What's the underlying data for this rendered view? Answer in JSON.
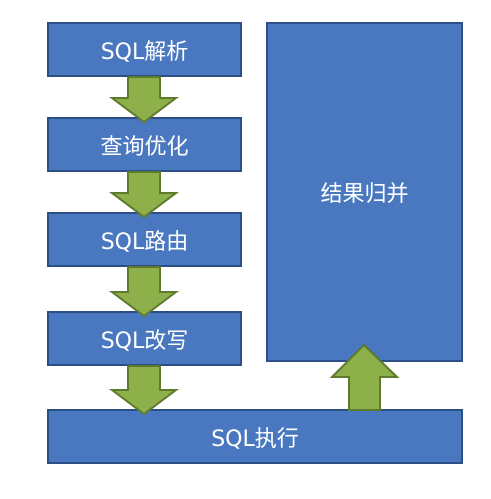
{
  "steps": [
    {
      "label": "SQL解析"
    },
    {
      "label": "查询优化"
    },
    {
      "label": "SQL路由"
    },
    {
      "label": "SQL改写"
    }
  ],
  "execute": {
    "label": "SQL执行"
  },
  "merge": {
    "label": "结果归并"
  },
  "colors": {
    "box_fill": "#4a78c0",
    "box_border": "#2c4f86",
    "arrow_fill": "#8db04a",
    "arrow_border": "#5e7a2c",
    "text": "#ffffff"
  }
}
